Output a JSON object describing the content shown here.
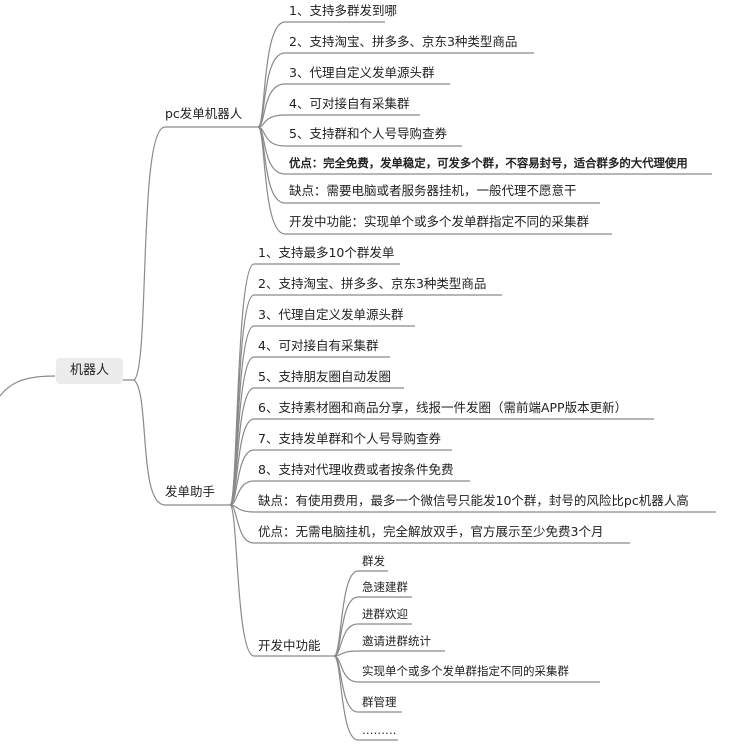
{
  "root": {
    "label": "机器人"
  },
  "branches": [
    {
      "label": "pc发单机器人",
      "items": [
        {
          "label": "1、支持多群发到哪"
        },
        {
          "label": "2、支持淘宝、拼多多、京东3种类型商品"
        },
        {
          "label": "3、代理自定义发单源头群"
        },
        {
          "label": "4、可对接自有采集群"
        },
        {
          "label": "5、支持群和个人号导购查券"
        },
        {
          "label": "优点：完全免费，发单稳定，可发多个群，不容易封号，适合群多的大代理使用",
          "bold": true
        },
        {
          "label": "缺点：需要电脑或者服务器挂机，一般代理不愿意干"
        },
        {
          "label": "开发中功能：实现单个或多个发单群指定不同的采集群"
        }
      ]
    },
    {
      "label": "发单助手",
      "items": [
        {
          "label": "1、支持最多10个群发单"
        },
        {
          "label": "2、支持淘宝、拼多多、京东3种类型商品"
        },
        {
          "label": "3、代理自定义发单源头群"
        },
        {
          "label": "4、可对接自有采集群"
        },
        {
          "label": "5、支持朋友圈自动发圈"
        },
        {
          "label": "6、支持素材圈和商品分享，线报一件发圈（需前端APP版本更新）"
        },
        {
          "label": "7、支持发单群和个人号导购查券"
        },
        {
          "label": "8、支持对代理收费或者按条件免费"
        },
        {
          "label": "缺点：有使用费用，最多一个微信号只能发10个群，封号的风险比pc机器人高"
        },
        {
          "label": "优点：无需电脑挂机，完全解放双手，官方展示至少免费3个月"
        },
        {
          "label": "开发中功能",
          "children": [
            {
              "label": "群发"
            },
            {
              "label": "急速建群"
            },
            {
              "label": "进群欢迎"
            },
            {
              "label": "邀请进群统计"
            },
            {
              "label": "实现单个或多个发单群指定不同的采集群"
            },
            {
              "label": "群管理"
            },
            {
              "label": "………"
            }
          ]
        }
      ]
    }
  ]
}
